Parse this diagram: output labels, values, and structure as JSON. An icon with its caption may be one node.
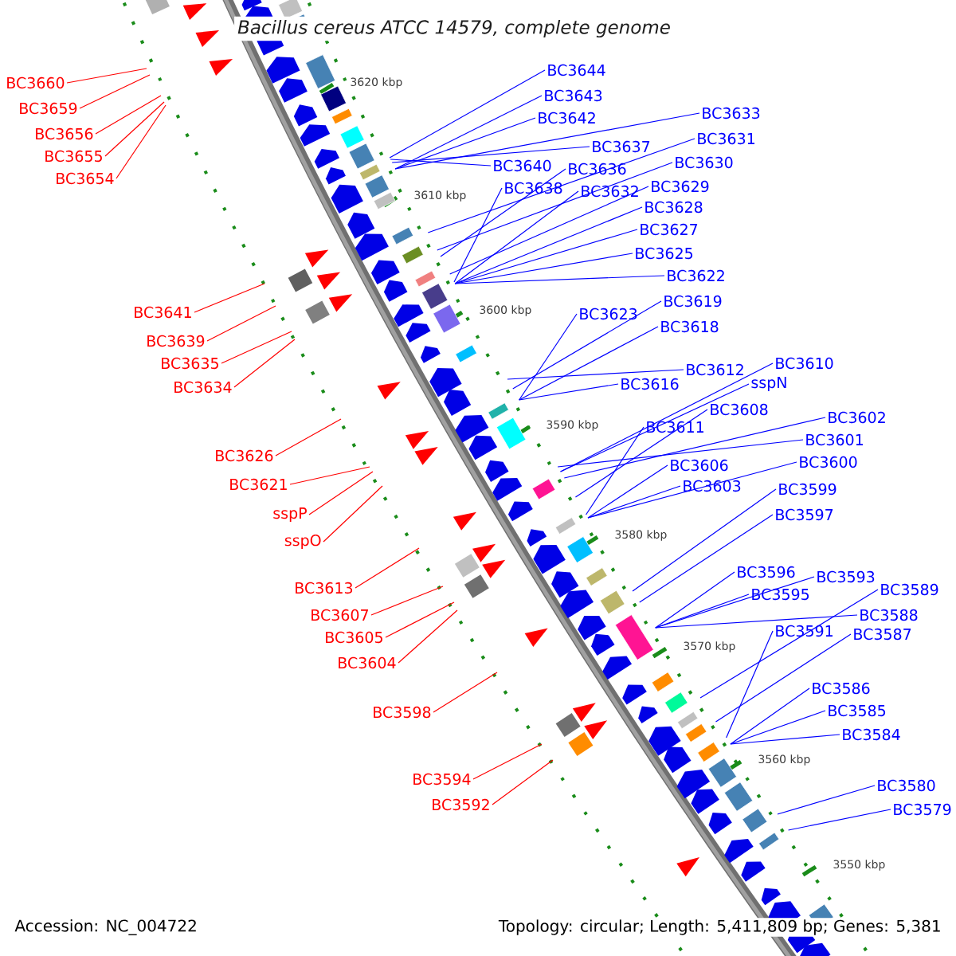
{
  "diagram": {
    "title": "Bacillus cereus ATCC 14579, complete genome",
    "nodes": [
      {
        "text": [
          "BC3644"
        ]
      },
      {
        "text": [
          "BC3660"
        ]
      },
      {
        "text": [
          "BC3643"
        ]
      },
      {
        "text": [
          "BC3659"
        ]
      },
      {
        "text": [
          "BC3633"
        ]
      },
      {
        "text": [
          "BC3642"
        ]
      },
      {
        "text": [
          "BC3656"
        ]
      },
      {
        "text": [
          "BC3631"
        ]
      },
      {
        "text": [
          "BC3637"
        ]
      },
      {
        "text": [
          "BC3655"
        ]
      },
      {
        "text": [
          "BC3630"
        ]
      },
      {
        "text": [
          "BC3640"
        ]
      },
      {
        "text": [
          "BC3636"
        ]
      },
      {
        "text": [
          "BC3654"
        ]
      },
      {
        "text": [
          "BC3629"
        ]
      },
      {
        "text": [
          "BC3638"
        ]
      },
      {
        "text": [
          "BC3632"
        ]
      },
      {
        "text": [
          "BC3628"
        ]
      },
      {
        "text": [
          "BC3627"
        ]
      },
      {
        "text": [
          "BC3625"
        ]
      },
      {
        "text": [
          "BC3622"
        ]
      },
      {
        "text": [
          "BC3619"
        ]
      },
      {
        "text": [
          "BC3641"
        ]
      },
      {
        "text": [
          "BC3623"
        ]
      },
      {
        "text": [
          "BC3618"
        ]
      },
      {
        "text": [
          "BC3639"
        ]
      },
      {
        "text": [
          "BC3635"
        ]
      },
      {
        "text": [
          "BC3610"
        ]
      },
      {
        "text": [
          "BC3612"
        ]
      },
      {
        "text": [
          "sspN"
        ]
      },
      {
        "text": [
          "BC3616"
        ]
      },
      {
        "text": [
          "BC3634"
        ]
      },
      {
        "text": [
          "BC3608"
        ]
      },
      {
        "text": [
          "BC3602"
        ]
      },
      {
        "text": [
          "BC3611"
        ]
      },
      {
        "text": [
          "BC3601"
        ]
      },
      {
        "text": [
          "BC3626"
        ]
      },
      {
        "text": [
          "BC3600"
        ]
      },
      {
        "text": [
          "BC3606"
        ]
      },
      {
        "text": [
          "BC3621"
        ]
      },
      {
        "text": [
          "BC3603"
        ]
      },
      {
        "text": [
          "BC3599"
        ]
      },
      {
        "text": [
          "BC3597"
        ]
      },
      {
        "text": [
          "sspP"
        ]
      },
      {
        "text": [
          "sspO"
        ]
      },
      {
        "text": [
          "BC3596"
        ]
      },
      {
        "text": [
          "BC3593"
        ]
      },
      {
        "text": [
          "BC3613"
        ]
      },
      {
        "text": [
          "BC3589"
        ]
      },
      {
        "text": [
          "BC3595"
        ]
      },
      {
        "text": [
          "BC3607"
        ]
      },
      {
        "text": [
          "BC3588"
        ]
      },
      {
        "text": [
          "BC3591"
        ]
      },
      {
        "text": [
          "BC3587"
        ]
      },
      {
        "text": [
          "BC3605"
        ]
      },
      {
        "text": [
          "BC3604"
        ]
      },
      {
        "text": [
          "BC3586"
        ]
      },
      {
        "text": [
          "BC3585"
        ]
      },
      {
        "text": [
          "BC3598"
        ]
      },
      {
        "text": [
          "BC3584"
        ]
      },
      {
        "text": [
          "BC3594"
        ]
      },
      {
        "text": [
          "BC3580"
        ]
      },
      {
        "text": [
          "BC3592"
        ]
      },
      {
        "text": [
          "BC3579"
        ]
      }
    ],
    "edges": [
      {
        "from": 0,
        "to": null,
        "arrow": "none"
      },
      {
        "from": 1,
        "to": null,
        "arrow": "none",
        "color": "#ff0000"
      },
      {
        "from": 2,
        "to": null,
        "arrow": "none"
      },
      {
        "from": 3,
        "to": null,
        "arrow": "none",
        "color": "#ff0000"
      },
      {
        "from": 4,
        "to": null,
        "arrow": "none"
      },
      {
        "from": 5,
        "to": null,
        "arrow": "none"
      },
      {
        "from": 6,
        "to": null,
        "arrow": "none",
        "color": "#ff0000"
      },
      {
        "from": 7,
        "to": null,
        "arrow": "none"
      },
      {
        "from": 8,
        "to": null,
        "arrow": "none"
      },
      {
        "from": 9,
        "to": null,
        "arrow": "none",
        "color": "#ff0000"
      },
      {
        "from": 10,
        "to": null,
        "arrow": "none"
      },
      {
        "from": 11,
        "to": null,
        "arrow": "none"
      },
      {
        "from": 12,
        "to": null,
        "arrow": "none"
      },
      {
        "from": 13,
        "to": null,
        "arrow": "none",
        "color": "#ff0000"
      },
      {
        "from": 14,
        "to": null,
        "arrow": "none"
      },
      {
        "from": 15,
        "to": null,
        "arrow": "none"
      },
      {
        "from": 16,
        "to": null,
        "arrow": "none"
      },
      {
        "from": 17,
        "to": null,
        "arrow": "none"
      },
      {
        "from": 18,
        "to": null,
        "arrow": "none"
      },
      {
        "from": 19,
        "to": null,
        "arrow": "none"
      },
      {
        "from": 20,
        "to": null,
        "arrow": "none"
      },
      {
        "from": 21,
        "to": null,
        "arrow": "none"
      },
      {
        "from": 22,
        "to": null,
        "arrow": "none",
        "color": "#ff0000"
      },
      {
        "from": 23,
        "to": null,
        "arrow": "none"
      },
      {
        "from": 24,
        "to": null,
        "arrow": "none"
      },
      {
        "from": 25,
        "to": null,
        "arrow": "none",
        "color": "#ff0000"
      },
      {
        "from": 26,
        "to": null,
        "arrow": "none",
        "color": "#ff0000"
      },
      {
        "from": 27,
        "to": null,
        "arrow": "none"
      },
      {
        "from": 28,
        "to": null,
        "arrow": "none"
      },
      {
        "from": 29,
        "to": null,
        "arrow": "none"
      },
      {
        "from": 30,
        "to": null,
        "arrow": "none"
      },
      {
        "from": 31,
        "to": null,
        "arrow": "none",
        "color": "#ff0000"
      },
      {
        "from": 32,
        "to": null,
        "arrow": "none"
      },
      {
        "from": 33,
        "to": null,
        "arrow": "none"
      },
      {
        "from": 34,
        "to": null,
        "arrow": "none"
      },
      {
        "from": 35,
        "to": null,
        "arrow": "none"
      },
      {
        "from": 36,
        "to": null,
        "arrow": "none",
        "color": "#ff0000"
      },
      {
        "from": 37,
        "to": null,
        "arrow": "none"
      },
      {
        "from": 38,
        "to": null,
        "arrow": "none"
      },
      {
        "from": 39,
        "to": null,
        "arrow": "none",
        "color": "#ff0000"
      },
      {
        "from": 40,
        "to": null,
        "arrow": "none"
      },
      {
        "from": 41,
        "to": null,
        "arrow": "none"
      },
      {
        "from": 42,
        "to": null,
        "arrow": "none"
      },
      {
        "from": 43,
        "to": null,
        "arrow": "none",
        "color": "#ff0000"
      },
      {
        "from": 44,
        "to": null,
        "arrow": "none",
        "color": "#ff0000"
      },
      {
        "from": 45,
        "to": null,
        "arrow": "none"
      },
      {
        "from": 46,
        "to": null,
        "arrow": "none"
      },
      {
        "from": 47,
        "to": null,
        "arrow": "none",
        "color": "#ff0000"
      },
      {
        "from": 48,
        "to": null,
        "arrow": "none"
      },
      {
        "from": 49,
        "to": null,
        "arrow": "none"
      },
      {
        "from": 50,
        "to": null,
        "arrow": "none",
        "color": "#ff0000"
      },
      {
        "from": 51,
        "to": null,
        "arrow": "none"
      },
      {
        "from": 52,
        "to": null,
        "arrow": "none"
      },
      {
        "from": 53,
        "to": null,
        "arrow": "none"
      },
      {
        "from": 54,
        "to": null,
        "arrow": "none",
        "color": "#ff0000"
      },
      {
        "from": 55,
        "to": null,
        "arrow": "none",
        "color": "#ff0000"
      },
      {
        "from": 56,
        "to": null,
        "arrow": "none"
      },
      {
        "from": 57,
        "to": null,
        "arrow": "none"
      },
      {
        "from": 58,
        "to": null,
        "arrow": "none",
        "color": "#ff0000"
      },
      {
        "from": 59,
        "to": null,
        "arrow": "none"
      },
      {
        "from": 60,
        "to": null,
        "arrow": "none",
        "color": "#ff0000"
      },
      {
        "from": 61,
        "to": null,
        "arrow": "none"
      },
      {
        "from": 62,
        "to": null,
        "arrow": "none",
        "color": "#ff0000"
      },
      {
        "from": 63,
        "to": null,
        "arrow": "none"
      }
    ],
    "labels": [
      "3620 kbp",
      "3610 kbp",
      "3600 kbp",
      "3590 kbp",
      "3580 kbp",
      "3570 kbp",
      "3560 kbp",
      "3550 kbp",
      "Accession: NC_004722",
      "Topology: circular; Length: 5,411,809 bp; Genes: 5,381"
    ]
  }
}
